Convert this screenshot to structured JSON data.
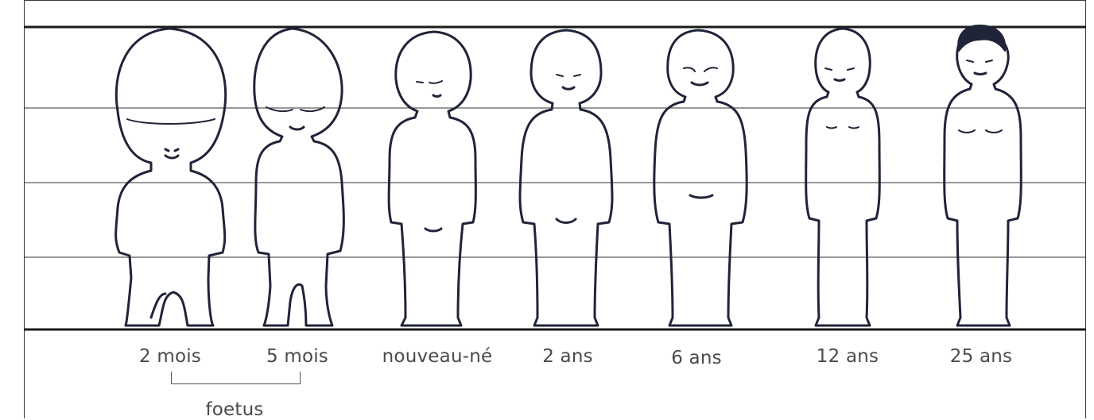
{
  "stages": [
    {
      "id": "2-mois",
      "label": "2 mois"
    },
    {
      "id": "5-mois",
      "label": "5 mois"
    },
    {
      "id": "nouveau-ne",
      "label": "nouveau-né"
    },
    {
      "id": "2-ans",
      "label": "2 ans"
    },
    {
      "id": "6-ans",
      "label": "6 ans"
    },
    {
      "id": "12-ans",
      "label": "12 ans"
    },
    {
      "id": "25-ans",
      "label": "25 ans"
    }
  ],
  "group_label": "foetus",
  "colors": {
    "ink": "#1f2438",
    "hair": "#1f2438",
    "rule": "#1a1a1a",
    "text": "#4a4a4a"
  }
}
